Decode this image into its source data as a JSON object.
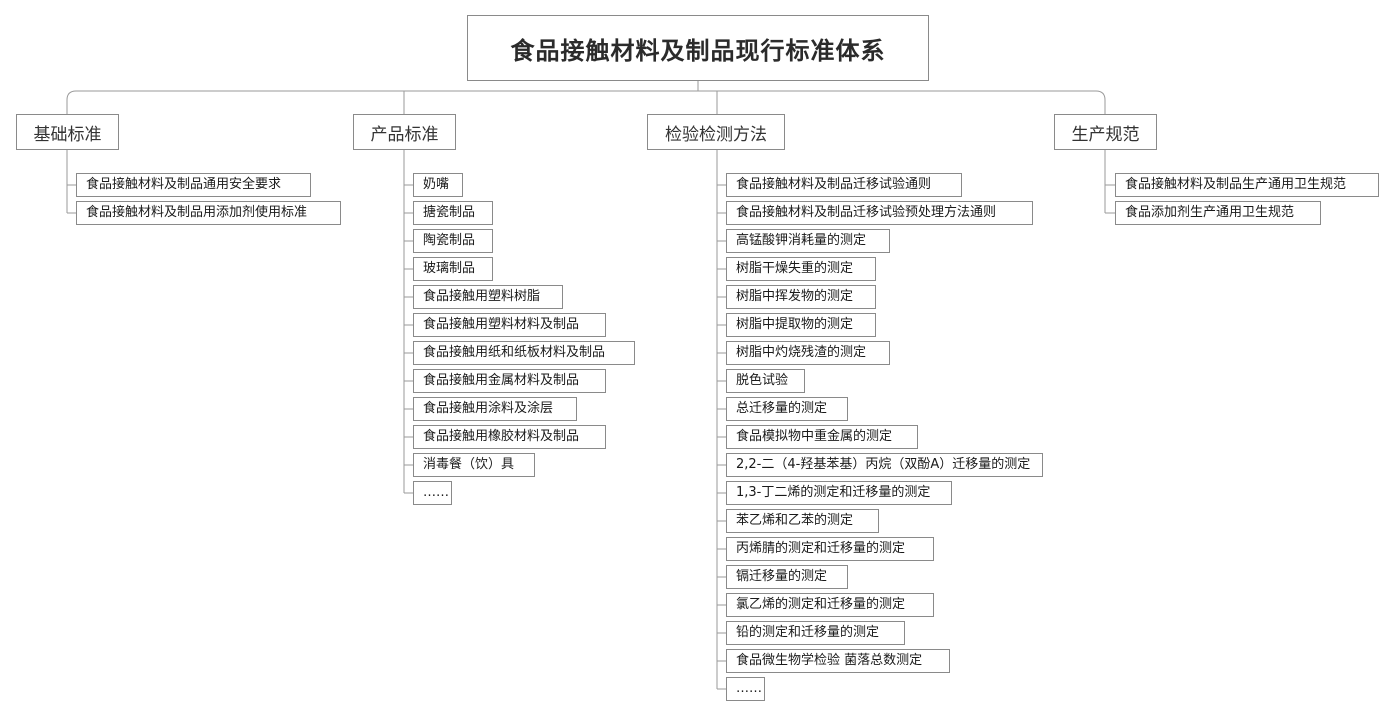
{
  "root": {
    "title": "食品接触材料及制品现行标准体系"
  },
  "categories": [
    {
      "label": "基础标准",
      "items": [
        "食品接触材料及制品通用安全要求",
        "食品接触材料及制品用添加剂使用标准"
      ]
    },
    {
      "label": "产品标准",
      "items": [
        "奶嘴",
        "搪瓷制品",
        "陶瓷制品",
        "玻璃制品",
        "食品接触用塑料树脂",
        "食品接触用塑料材料及制品",
        "食品接触用纸和纸板材料及制品",
        "食品接触用金属材料及制品",
        "食品接触用涂料及涂层",
        "食品接触用橡胶材料及制品",
        "消毒餐（饮）具",
        "……"
      ]
    },
    {
      "label": "检验检测方法",
      "items": [
        "食品接触材料及制品迁移试验通则",
        "食品接触材料及制品迁移试验预处理方法通则",
        "高锰酸钾消耗量的测定",
        "树脂干燥失重的测定",
        "树脂中挥发物的测定",
        "树脂中提取物的测定",
        "树脂中灼烧残渣的测定",
        "脱色试验",
        "总迁移量的测定",
        "食品模拟物中重金属的测定",
        "2,2-二（4-羟基苯基）丙烷（双酚A）迁移量的测定",
        "1,3-丁二烯的测定和迁移量的测定",
        "苯乙烯和乙苯的测定",
        "丙烯腈的测定和迁移量的测定",
        "镉迁移量的测定",
        "氯乙烯的测定和迁移量的测定",
        "铅的测定和迁移量的测定",
        "食品微生物学检验 菌落总数测定",
        "……"
      ]
    },
    {
      "label": "生产规范",
      "items": [
        "食品接触材料及制品生产通用卫生规范",
        "食品添加剂生产通用卫生规范"
      ]
    }
  ]
}
